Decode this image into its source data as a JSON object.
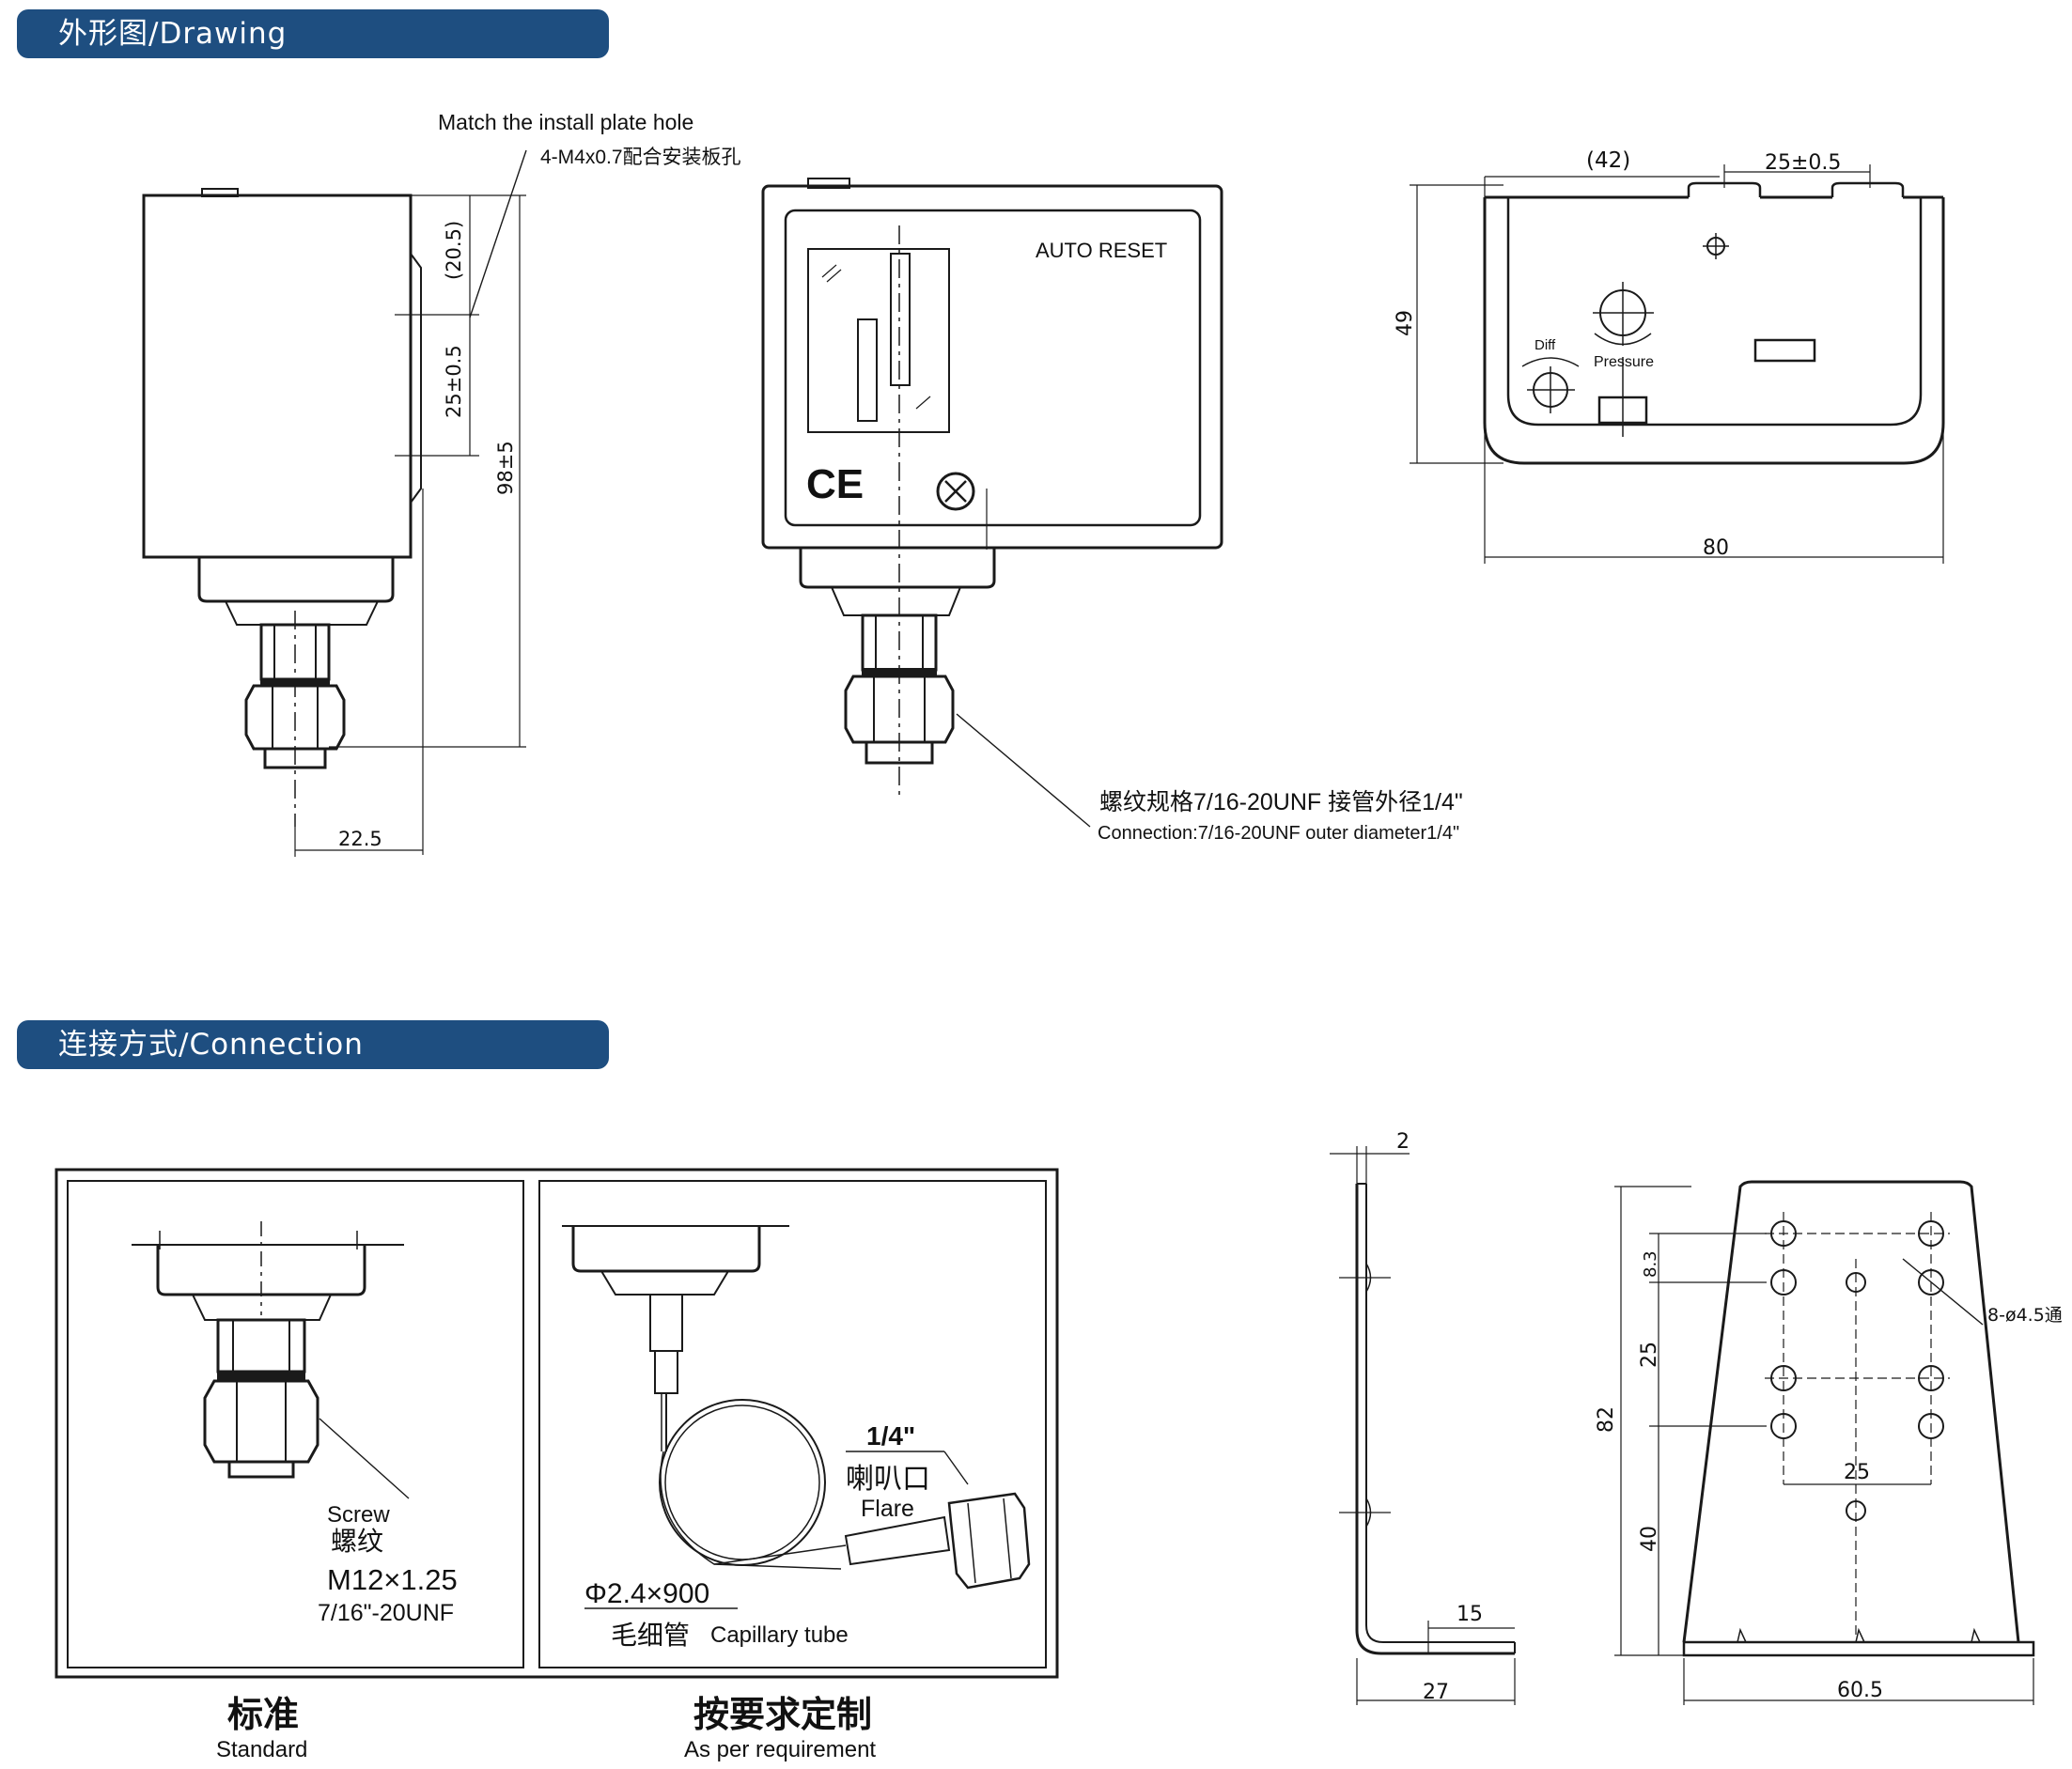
{
  "headers": {
    "drawing": "外形图/Drawing",
    "connection": "连接方式/Connection"
  },
  "drawing_side": {
    "note_en": "Match the install plate hole",
    "note_cn": "4-M4x0.7配合安装板孔",
    "dim_20_5": "(20.5)",
    "dim_25": "25±0.5",
    "dim_98": "98±5",
    "dim_22_5": "22.5"
  },
  "drawing_front": {
    "auto_reset": "AUTO RESET",
    "ce_mark": "CE",
    "conn_cn": "螺纹规格7/16-20UNF 接管外径1/4\"",
    "conn_en": "Connection:7/16-20UNF outer diameter1/4\""
  },
  "drawing_top": {
    "dim_42": "(42)",
    "dim_25": "25±0.5",
    "dim_49": "49",
    "dim_80": "80",
    "diff_label": "Diff",
    "pressure_label": "Pressure"
  },
  "connection_standard": {
    "screw_en": "Screw",
    "screw_cn": "螺纹",
    "thread_metric": "M12×1.25",
    "thread_unf": "7/16\"-20UNF",
    "caption_cn": "标准",
    "caption_en": "Standard"
  },
  "connection_custom": {
    "flare_size": "1/4\"",
    "flare_cn": "喇叭口",
    "flare_en": "Flare",
    "capillary_size": "Φ2.4×900",
    "capillary_cn": "毛细管",
    "capillary_en": "Capillary tube",
    "caption_cn": "按要求定制",
    "caption_en": "As per requirement"
  },
  "bracket_side": {
    "dim_2": "2",
    "dim_15": "15",
    "dim_27": "27"
  },
  "bracket_front": {
    "dim_8_3": "8.3",
    "dim_25v": "25",
    "dim_82": "82",
    "dim_40": "40",
    "dim_25h": "25",
    "dim_60_5": "60.5",
    "holes_label": "8-ø4.5通"
  }
}
